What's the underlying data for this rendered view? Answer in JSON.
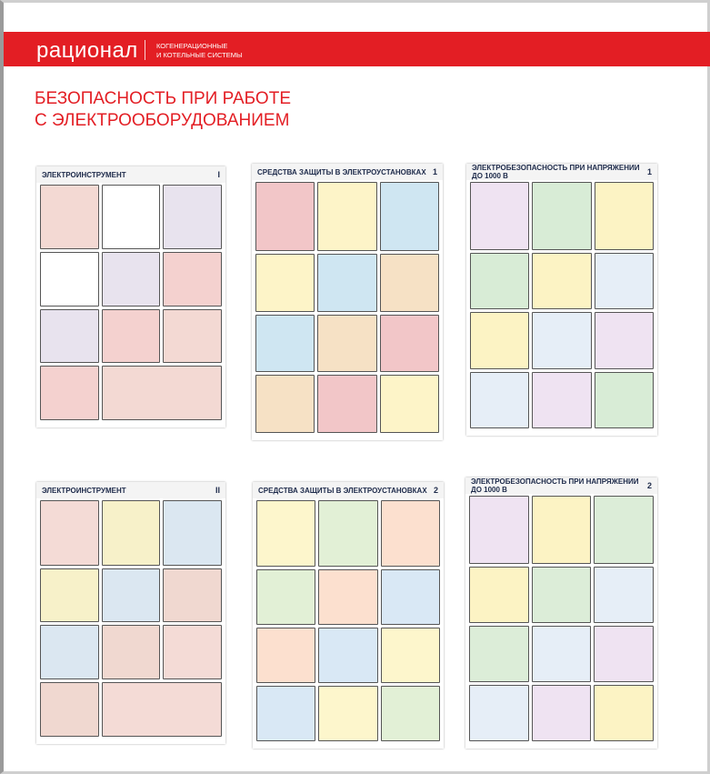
{
  "header": {
    "brand": "рационал",
    "tagline_line1": "КОГЕНЕРАЦИОННЫЕ",
    "tagline_line2": "И КОТЕЛЬНЫЕ СИСТЕМЫ",
    "accent": "#e31e24"
  },
  "page_title": {
    "line1": "БЕЗОПАСНОСТЬ ПРИ РАБОТЕ",
    "line2": "С ЭЛЕКТРООБОРУДОВАНИЕМ"
  },
  "posters": [
    {
      "title": "ЭЛЕКТРОИНСТРУМЕНТ",
      "number": "I",
      "colors": [
        "#f3d9d3",
        "#ffffff",
        "#e8e3ee",
        "#f4d1cf"
      ]
    },
    {
      "title": "СРЕДСТВА ЗАЩИТЫ В ЭЛЕКТРОУСТАНОВКАХ",
      "number": "1",
      "colors": [
        "#f2c6c8",
        "#fdf4c8",
        "#cfe6f2",
        "#f6e1c5"
      ]
    },
    {
      "title": "ЭЛЕКТРОБЕЗОПАСНОСТЬ ПРИ НАПРЯЖЕНИИ ДО 1000 В",
      "number": "1",
      "colors": [
        "#efe3f2",
        "#d8ecd6",
        "#fcf3c4",
        "#e6eef7"
      ]
    },
    {
      "title": "ЭЛЕКТРОИНСТРУМЕНТ",
      "number": "II",
      "colors": [
        "#f4dbd6",
        "#f7f1c9",
        "#dbe7f1",
        "#f0d8d0"
      ]
    },
    {
      "title": "СРЕДСТВА ЗАЩИТЫ В ЭЛЕКТРОУСТАНОВКАХ",
      "number": "2",
      "colors": [
        "#fdf6cc",
        "#e2f0d6",
        "#fce0cf",
        "#d9e8f5"
      ]
    },
    {
      "title": "ЭЛЕКТРОБЕЗОПАСНОСТЬ ПРИ НАПРЯЖЕНИИ ДО 1000 В",
      "number": "2",
      "colors": [
        "#efe3f2",
        "#fcf3c4",
        "#dcedd8",
        "#e6eef7"
      ]
    }
  ]
}
